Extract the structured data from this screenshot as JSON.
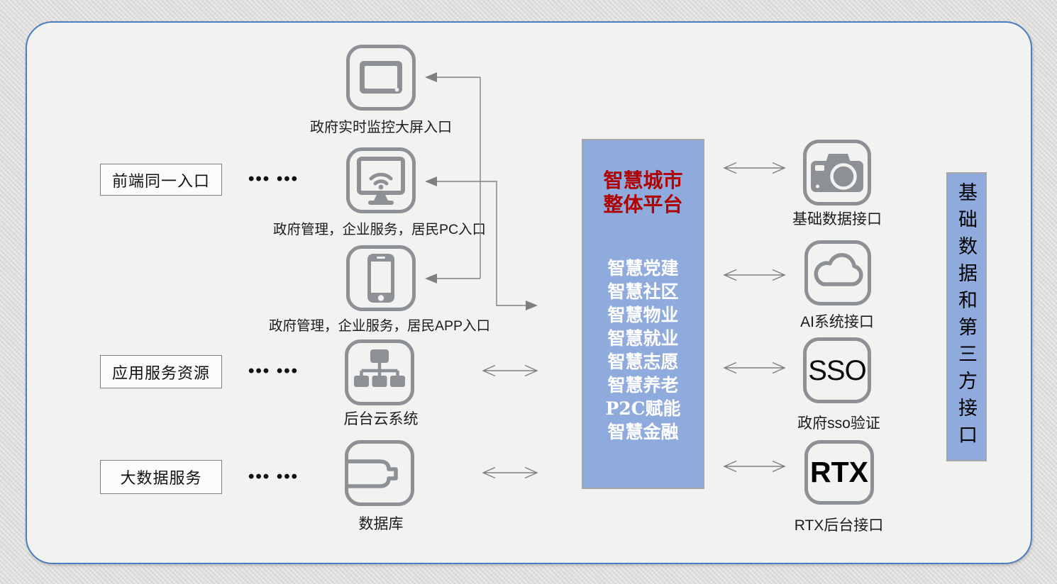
{
  "left_labels": [
    "前端同一入口",
    "应用服务资源",
    "大数据服务"
  ],
  "dots": "••• •••",
  "entries": [
    {
      "icon": "tablet-screen-icon",
      "caption": "政府实时监控大屏入口"
    },
    {
      "icon": "desktop-wifi-icon",
      "caption": "政府管理，企业服务，居民PC入口"
    },
    {
      "icon": "smartphone-icon",
      "caption": "政府管理，企业服务，居民APP入口"
    },
    {
      "icon": "cloud-system-icon",
      "caption": "后台云系统"
    },
    {
      "icon": "database-icon",
      "caption": "数据库"
    }
  ],
  "platform": {
    "title_line1": "智慧城市",
    "title_line2": "整体平台",
    "items": [
      "智慧党建",
      "智慧社区",
      "智慧物业",
      "智慧就业",
      "智慧志愿",
      "智慧养老",
      "P2C赋能",
      "智慧金融"
    ]
  },
  "interfaces": [
    {
      "icon": "camera-icon",
      "caption": "基础数据接口"
    },
    {
      "icon": "cloud-icon",
      "caption": "AI系统接口"
    },
    {
      "icon": "sso-icon",
      "icon_text": "SSO",
      "caption": "政府sso验证"
    },
    {
      "icon": "rtx-icon",
      "icon_text": "RTX",
      "caption": "RTX后台接口"
    }
  ],
  "right_bar": {
    "label": "基础数据和第三方接口"
  },
  "colors": {
    "panel_border": "#4a7ebd",
    "platform_fill": "#8faadc",
    "platform_border": "#a6a6a6",
    "title_red": "#b00000",
    "icon_gray": "#8d9196",
    "arrow_gray": "#7f7f7f"
  }
}
